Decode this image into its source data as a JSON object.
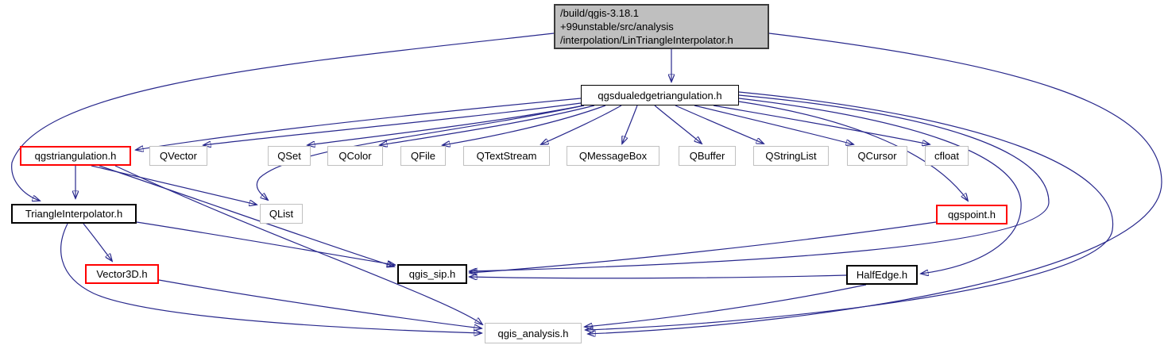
{
  "diagram": {
    "type": "include-dependency-graph",
    "background": "#ffffff",
    "edge_color": "#28288c",
    "root": {
      "label": "/build/qgis-3.18.1\n+99unstable/src/analysis\n/interpolation/LinTriangleInterpolator.h",
      "fill": "#bfbfbf",
      "border_color": "#3b3b3b"
    },
    "palette": {
      "node_fill": "#ffffff",
      "border_black": "#000000",
      "border_gray": "#c0c0c0",
      "border_red": "#ff0000",
      "text": "#000000"
    },
    "nodes": [
      {
        "id": "root",
        "label": "/build/qgis-3.18.1\n+99unstable/src/analysis\n/interpolation/LinTriangleInterpolator.h",
        "border": "root"
      },
      {
        "id": "qgsdualedgetriangulation",
        "label": "qgsdualedgetriangulation.h",
        "border": "black"
      },
      {
        "id": "qgstriangulation",
        "label": "qgstriangulation.h",
        "border": "red"
      },
      {
        "id": "qvector",
        "label": "QVector",
        "border": "gray"
      },
      {
        "id": "qset",
        "label": "QSet",
        "border": "gray"
      },
      {
        "id": "qcolor",
        "label": "QColor",
        "border": "gray"
      },
      {
        "id": "qfile",
        "label": "QFile",
        "border": "gray"
      },
      {
        "id": "qtextstream",
        "label": "QTextStream",
        "border": "gray"
      },
      {
        "id": "qmessagebox",
        "label": "QMessageBox",
        "border": "gray"
      },
      {
        "id": "qbuffer",
        "label": "QBuffer",
        "border": "gray"
      },
      {
        "id": "qstringlist",
        "label": "QStringList",
        "border": "gray"
      },
      {
        "id": "qcursor",
        "label": "QCursor",
        "border": "gray"
      },
      {
        "id": "cfloat",
        "label": "cfloat",
        "border": "gray"
      },
      {
        "id": "triangleinterpolator",
        "label": "TriangleInterpolator.h",
        "border": "black"
      },
      {
        "id": "qlist",
        "label": "QList",
        "border": "gray"
      },
      {
        "id": "qgspoint",
        "label": "qgspoint.h",
        "border": "red"
      },
      {
        "id": "vector3d",
        "label": "Vector3D.h",
        "border": "red"
      },
      {
        "id": "qgis_sip",
        "label": "qgis_sip.h",
        "border": "black"
      },
      {
        "id": "halfedge",
        "label": "HalfEdge.h",
        "border": "black"
      },
      {
        "id": "qgis_analysis",
        "label": "qgis_analysis.h",
        "border": "gray"
      }
    ],
    "edges": [
      {
        "from": "root",
        "to": "qgsdualedgetriangulation"
      },
      {
        "from": "root",
        "to": "triangleinterpolator"
      },
      {
        "from": "root",
        "to": "qgis_analysis"
      },
      {
        "from": "qgsdualedgetriangulation",
        "to": "qgstriangulation"
      },
      {
        "from": "qgsdualedgetriangulation",
        "to": "qvector"
      },
      {
        "from": "qgsdualedgetriangulation",
        "to": "qset"
      },
      {
        "from": "qgsdualedgetriangulation",
        "to": "qcolor"
      },
      {
        "from": "qgsdualedgetriangulation",
        "to": "qfile"
      },
      {
        "from": "qgsdualedgetriangulation",
        "to": "qtextstream"
      },
      {
        "from": "qgsdualedgetriangulation",
        "to": "qmessagebox"
      },
      {
        "from": "qgsdualedgetriangulation",
        "to": "qbuffer"
      },
      {
        "from": "qgsdualedgetriangulation",
        "to": "qstringlist"
      },
      {
        "from": "qgsdualedgetriangulation",
        "to": "qcursor"
      },
      {
        "from": "qgsdualedgetriangulation",
        "to": "cfloat"
      },
      {
        "from": "qgsdualedgetriangulation",
        "to": "qlist"
      },
      {
        "from": "qgsdualedgetriangulation",
        "to": "qgspoint"
      },
      {
        "from": "qgsdualedgetriangulation",
        "to": "halfedge"
      },
      {
        "from": "qgsdualedgetriangulation",
        "to": "qgis_sip"
      },
      {
        "from": "qgsdualedgetriangulation",
        "to": "qgis_analysis"
      },
      {
        "from": "qgstriangulation",
        "to": "triangleinterpolator"
      },
      {
        "from": "qgstriangulation",
        "to": "qlist"
      },
      {
        "from": "qgstriangulation",
        "to": "qgis_sip"
      },
      {
        "from": "qgstriangulation",
        "to": "qgis_analysis"
      },
      {
        "from": "triangleinterpolator",
        "to": "vector3d"
      },
      {
        "from": "triangleinterpolator",
        "to": "qgis_sip"
      },
      {
        "from": "triangleinterpolator",
        "to": "qgis_analysis"
      },
      {
        "from": "vector3d",
        "to": "qgis_analysis"
      },
      {
        "from": "qgspoint",
        "to": "qgis_sip"
      },
      {
        "from": "halfedge",
        "to": "qgis_sip"
      },
      {
        "from": "halfedge",
        "to": "qgis_analysis"
      }
    ]
  }
}
